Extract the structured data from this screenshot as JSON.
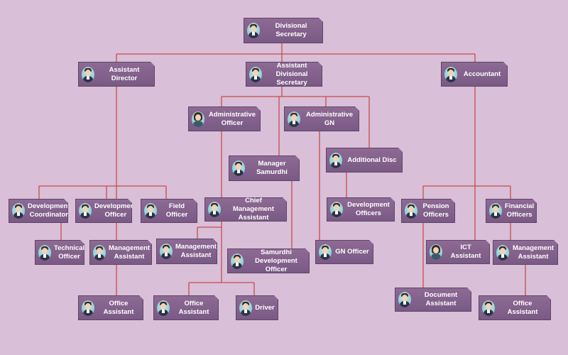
{
  "colors": {
    "background": "#d9bfd8",
    "node": "#7f5f8a",
    "connector": "#c94b4b"
  },
  "nodes": {
    "divisional_secretary": {
      "label": "Divisional Secretary",
      "icon": "male-avatar-icon"
    },
    "assistant_director": {
      "label": "Assistant Director",
      "icon": "male-avatar-icon"
    },
    "assistant_divisional_secretary": {
      "label": "Assistant Divisional Secretary",
      "icon": "male-avatar-icon"
    },
    "accountant": {
      "label": "Accountant",
      "icon": "male-avatar-icon"
    },
    "administrative_officer": {
      "label": "Administrative Officer",
      "icon": "female-avatar-icon"
    },
    "administrative_gn": {
      "label": "Administrative GN",
      "icon": "male-avatar-icon"
    },
    "manager_samurdhi": {
      "label": "Manager Samurdhi",
      "icon": "male-avatar-icon"
    },
    "additional_disc": {
      "label": "Additional Disc",
      "icon": "male-avatar-icon"
    },
    "development_coordinator": {
      "label": "Development Coordinator",
      "icon": "male-avatar-icon"
    },
    "development_officer": {
      "label": "Development Officer",
      "icon": "male-avatar-icon"
    },
    "field_officer": {
      "label": "Field Officer",
      "icon": "male-avatar-icon"
    },
    "chief_management_assistant": {
      "label": "Chief Management Assistant",
      "icon": "male-avatar-icon"
    },
    "development_officers": {
      "label": "Development Officers",
      "icon": "male-avatar-icon"
    },
    "pension_officers": {
      "label": "Pension Officers",
      "icon": "male-avatar-icon"
    },
    "financial_officers": {
      "label": "Financial Officers",
      "icon": "male-avatar-icon"
    },
    "technical_officer": {
      "label": "Technical Officer",
      "icon": "male-avatar-icon"
    },
    "management_assistant_ad": {
      "label": "Management Assistant",
      "icon": "male-avatar-icon"
    },
    "management_assistant_cma": {
      "label": "Management Assistant",
      "icon": "male-avatar-icon"
    },
    "samurdhi_development_officer": {
      "label": "Samurdhi Development Officer",
      "icon": "male-avatar-icon"
    },
    "gn_officer": {
      "label": "GN Officer",
      "icon": "male-avatar-icon"
    },
    "ict_assistant": {
      "label": "ICT Assistant",
      "icon": "female-avatar-icon"
    },
    "management_assistant_fin": {
      "label": "Management Assistant",
      "icon": "male-avatar-icon"
    },
    "office_assistant_ad": {
      "label": "Office Assistant",
      "icon": "male-avatar-icon"
    },
    "office_assistant_cma": {
      "label": "Office Assistant",
      "icon": "male-avatar-icon"
    },
    "driver": {
      "label": "Driver",
      "icon": "male-avatar-icon"
    },
    "document_assistant": {
      "label": "Document Assistant",
      "icon": "male-avatar-icon"
    },
    "office_assistant_fin": {
      "label": "Office Assistant",
      "icon": "male-avatar-icon"
    }
  }
}
